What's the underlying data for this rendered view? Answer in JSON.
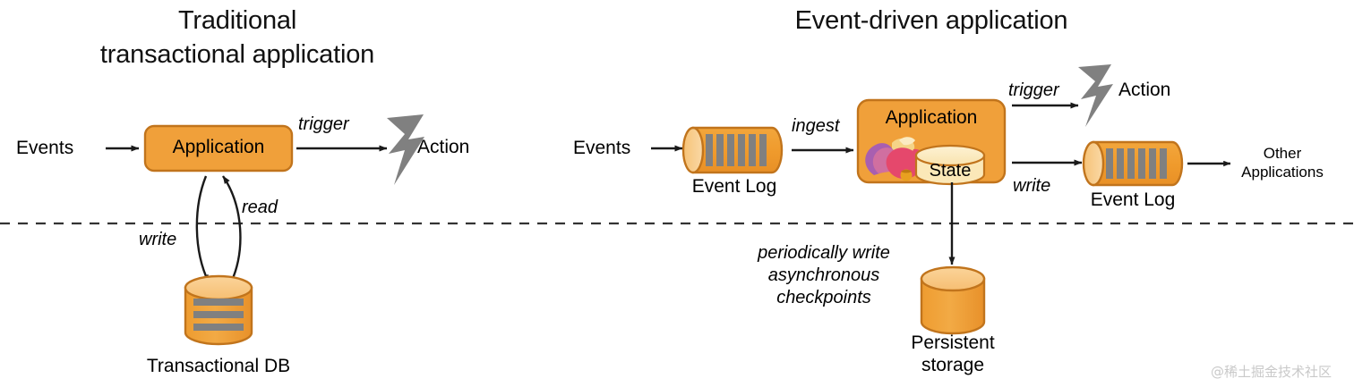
{
  "diagram": {
    "left_panel": {
      "title": "Traditional\ntransactional application",
      "nodes": {
        "events_label": "Events",
        "application_box": "Application",
        "action_label": "Action",
        "database_label": "Transactional DB"
      },
      "edges": {
        "trigger": "trigger",
        "read": "read",
        "write": "write"
      }
    },
    "right_panel": {
      "title": "Event-driven application",
      "nodes": {
        "events_label": "Events",
        "event_log_in": "Event Log",
        "application_box": "Application",
        "state_store": "State",
        "action_label": "Action",
        "event_log_out": "Event Log",
        "other_apps_label": "Other\nApplications",
        "persistent_storage_label": "Persistent\nstorage"
      },
      "edges": {
        "ingest": "ingest",
        "trigger": "trigger",
        "write": "write",
        "checkpoint_note": "periodically write\nasynchronous\ncheckpoints"
      }
    },
    "watermark": "@稀土掘金技术社区",
    "colors": {
      "orange_fill": "#F0A03A",
      "orange_stroke": "#C1741C",
      "orange_light": "#F7C070",
      "cream_fill": "#FBE8B8",
      "cream_stroke": "#C1741C",
      "gray_bar": "#808080",
      "bolt_gray": "#808080",
      "line_black": "#1a1a1a",
      "divider": "#333333",
      "flink_body": "#E5486C",
      "flink_tail": "#A85FB0",
      "flink_crest": "#F5D488",
      "flink_acorn": "#E8A020"
    }
  }
}
